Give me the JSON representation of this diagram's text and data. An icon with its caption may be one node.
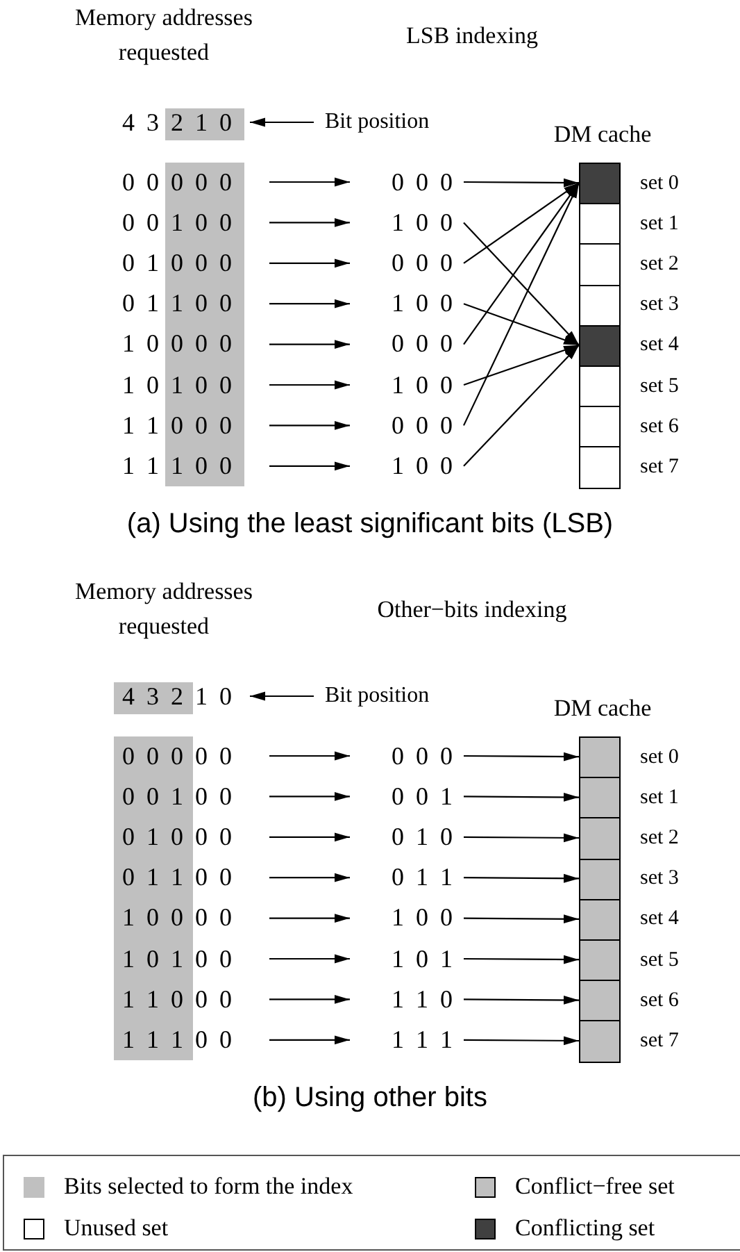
{
  "diagram": {
    "nodes": [
      {
        "text": [
          "4 3 2 1 0"
        ]
      },
      {
        "text": [
          "Bit position"
        ]
      },
      {
        "text": [
          "0 0 0 0 0"
        ]
      },
      {
        "text": [
          "0 0 1 0 0"
        ]
      },
      {
        "text": [
          "0 1 0 0 0"
        ]
      },
      {
        "text": [
          "0 1 1 0 0"
        ]
      },
      {
        "text": [
          "1 0 0 0 0"
        ]
      },
      {
        "text": [
          "1 0 1 0 0"
        ]
      },
      {
        "text": [
          "1 1 0 0 0"
        ]
      },
      {
        "text": [
          "1 1 1 0 0"
        ]
      },
      {
        "text": [
          "0 0 0"
        ]
      },
      {
        "text": [
          "1 0 0"
        ]
      },
      {
        "text": [
          "0 0 0"
        ]
      },
      {
        "text": [
          "1 0 0"
        ]
      },
      {
        "text": [
          "0 0 0"
        ]
      },
      {
        "text": [
          "1 0 0"
        ]
      },
      {
        "text": [
          "0 0 0"
        ]
      },
      {
        "text": [
          "1 0 0"
        ]
      },
      {
        "text": [],
        "shape": "box",
        "beside": [
          "set 0"
        ]
      },
      {
        "text": [],
        "shape": "box",
        "beside": [
          "set 1"
        ]
      },
      {
        "text": [],
        "shape": "box",
        "beside": [
          "set 2"
        ]
      },
      {
        "text": [],
        "shape": "box",
        "beside": [
          "set 3"
        ]
      },
      {
        "text": [],
        "shape": "box",
        "beside": [
          "set 4"
        ]
      },
      {
        "text": [],
        "shape": "box",
        "beside": [
          "set 5"
        ]
      },
      {
        "text": [],
        "shape": "box",
        "beside": [
          "set 6"
        ]
      },
      {
        "text": [],
        "shape": "box",
        "beside": [
          "set 7"
        ]
      },
      {
        "text": [
          "4 3 2 1 0"
        ]
      },
      {
        "text": [
          "Bit position"
        ]
      },
      {
        "text": [
          "0 0 0 0 0"
        ]
      },
      {
        "text": [
          "0 0 1 0 0"
        ]
      },
      {
        "text": [
          "0 1 0 0 0"
        ]
      },
      {
        "text": [
          "0 1 1 0 0"
        ]
      },
      {
        "text": [
          "1 0 0 0 0"
        ]
      },
      {
        "text": [
          "1 0 1 0 0"
        ]
      },
      {
        "text": [
          "1 1 0 0 0"
        ]
      },
      {
        "text": [
          "1 1 1 0 0"
        ]
      },
      {
        "text": [
          "0 0 0"
        ]
      },
      {
        "text": [
          "0 0 1"
        ]
      },
      {
        "text": [
          "0 1 0"
        ]
      },
      {
        "text": [
          "0 1 1"
        ]
      },
      {
        "text": [
          "1 0 0"
        ]
      },
      {
        "text": [
          "1 0 1"
        ]
      },
      {
        "text": [
          "1 1 0"
        ]
      },
      {
        "text": [
          "1 1 1"
        ]
      },
      {
        "text": [],
        "shape": "box",
        "beside": [
          "set 0"
        ]
      },
      {
        "text": [],
        "shape": "box",
        "beside": [
          "set 1"
        ]
      },
      {
        "text": [],
        "shape": "box",
        "beside": [
          "set 2"
        ]
      },
      {
        "text": [],
        "shape": "box",
        "beside": [
          "set 3"
        ]
      },
      {
        "text": [],
        "shape": "box",
        "beside": [
          "set 4"
        ]
      },
      {
        "text": [],
        "shape": "box",
        "beside": [
          "set 5"
        ]
      },
      {
        "text": [],
        "shape": "box",
        "beside": [
          "set 6"
        ]
      },
      {
        "text": [],
        "shape": "box",
        "beside": [
          "set 7"
        ]
      }
    ],
    "edges": [
      {
        "from": 1,
        "to": 0,
        "arrow": "to"
      },
      {
        "from": 2,
        "to": 10,
        "arrow": "to"
      },
      {
        "from": 3,
        "to": 11,
        "arrow": "to"
      },
      {
        "from": 4,
        "to": 12,
        "arrow": "to"
      },
      {
        "from": 5,
        "to": 13,
        "arrow": "to"
      },
      {
        "from": 6,
        "to": 14,
        "arrow": "to"
      },
      {
        "from": 7,
        "to": 15,
        "arrow": "to"
      },
      {
        "from": 8,
        "to": 16,
        "arrow": "to"
      },
      {
        "from": 9,
        "to": 17,
        "arrow": "to"
      },
      {
        "from": 10,
        "to": 18,
        "arrow": "to"
      },
      {
        "from": 11,
        "to": 22,
        "arrow": "to"
      },
      {
        "from": 12,
        "to": 18,
        "arrow": "to"
      },
      {
        "from": 13,
        "to": 22,
        "arrow": "to"
      },
      {
        "from": 14,
        "to": 18,
        "arrow": "to"
      },
      {
        "from": 15,
        "to": 22,
        "arrow": "to"
      },
      {
        "from": 16,
        "to": 18,
        "arrow": "to"
      },
      {
        "from": 17,
        "to": 22,
        "arrow": "to"
      },
      {
        "from": 27,
        "to": 26,
        "arrow": "to"
      },
      {
        "from": 28,
        "to": 36,
        "arrow": "to"
      },
      {
        "from": 29,
        "to": 37,
        "arrow": "to"
      },
      {
        "from": 30,
        "to": 38,
        "arrow": "to"
      },
      {
        "from": 31,
        "to": 39,
        "arrow": "to"
      },
      {
        "from": 32,
        "to": 40,
        "arrow": "to"
      },
      {
        "from": 33,
        "to": 41,
        "arrow": "to"
      },
      {
        "from": 34,
        "to": 42,
        "arrow": "to"
      },
      {
        "from": 35,
        "to": 43,
        "arrow": "to"
      },
      {
        "from": 36,
        "to": 44,
        "arrow": "to"
      },
      {
        "from": 37,
        "to": 45,
        "arrow": "to"
      },
      {
        "from": 38,
        "to": 46,
        "arrow": "to"
      },
      {
        "from": 39,
        "to": 47,
        "arrow": "to"
      },
      {
        "from": 40,
        "to": 48,
        "arrow": "to"
      },
      {
        "from": 41,
        "to": 49,
        "arrow": "to"
      },
      {
        "from": 42,
        "to": 50,
        "arrow": "to"
      },
      {
        "from": 43,
        "to": 51,
        "arrow": "to"
      }
    ],
    "labels": [
      "Memory addresses requested",
      "LSB indexing",
      "DM cache",
      "(a) Using the least significant bits (LSB)",
      "Memory addresses requested",
      "Other−bits indexing",
      "DM cache",
      "(b) Using other bits"
    ],
    "legend": [
      {
        "text": "Bits selected to form the index",
        "color": "#c0c0c0"
      },
      {
        "text": "Conflict−free set",
        "color": "#c0c0c0"
      },
      {
        "text": "Unused set",
        "color": "#ffffff"
      },
      {
        "text": "Conflicting set",
        "color": "#404040"
      }
    ]
  }
}
